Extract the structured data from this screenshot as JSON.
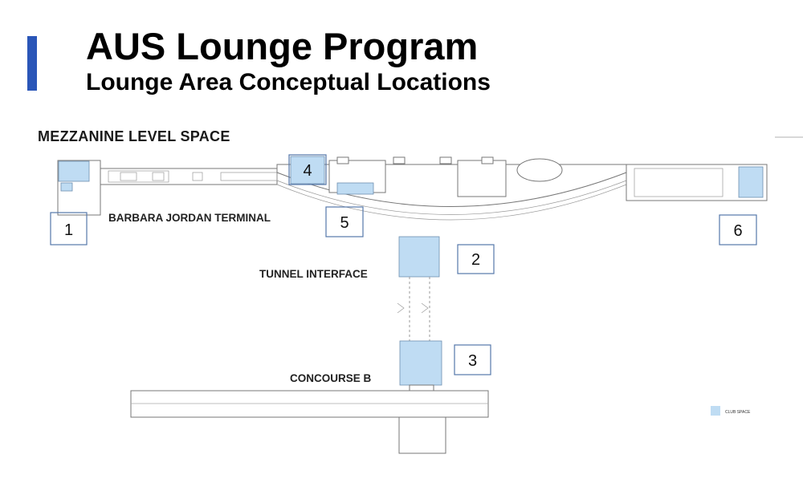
{
  "header": {
    "title": "AUS Lounge Program",
    "subtitle": "Lounge Area Conceptual Locations",
    "accent_color": "#2a56b8"
  },
  "section_label": "MEZZANINE LEVEL SPACE",
  "areas": {
    "terminal": "BARBARA JORDAN TERMINAL",
    "tunnel": "TUNNEL INTERFACE",
    "concourse": "CONCOURSE B"
  },
  "locations": [
    "1",
    "2",
    "3",
    "4",
    "5",
    "6"
  ],
  "legend": {
    "label": "CLUB SPACE",
    "color": "#bfdcf3"
  }
}
